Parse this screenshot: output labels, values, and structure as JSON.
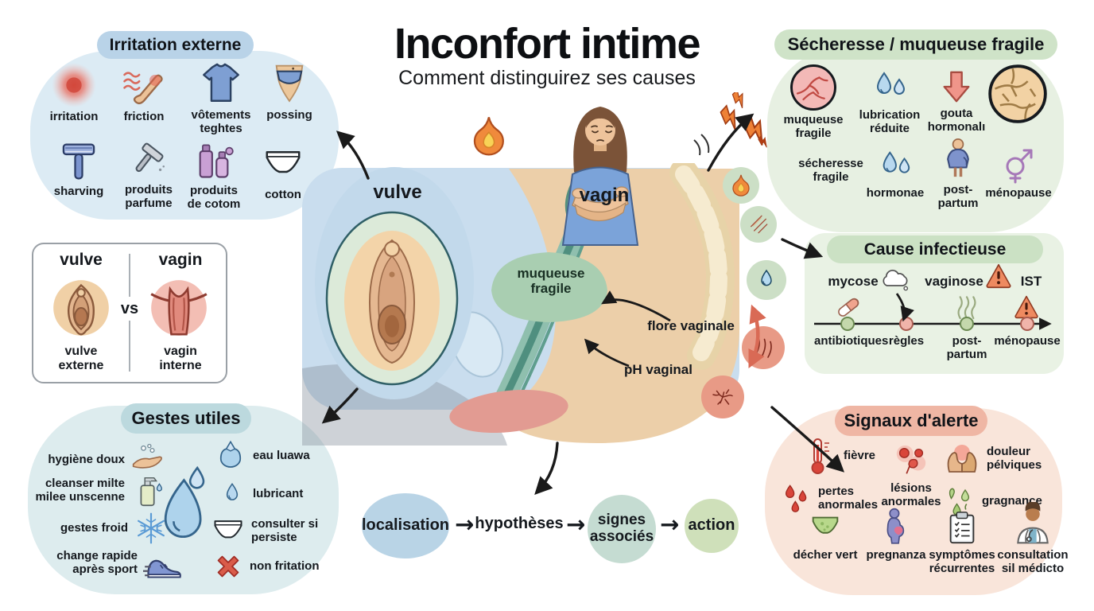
{
  "header": {
    "title": "Inconfort intime",
    "subtitle": "Comment distinguirez ses causes"
  },
  "central": {
    "vulve_label": "vulve",
    "vagin_label": "vagin",
    "muqueuse_label": "muqueuse\nfragile",
    "flore_label": "flore vaginale",
    "ph_label": "pH vaginal",
    "side_icons": [
      {
        "icon": "fire",
        "tone": "green"
      },
      {
        "icon": "scratches",
        "tone": "green"
      },
      {
        "icon": "drop-plain",
        "tone": "green"
      },
      {
        "icon": "scratches-red",
        "tone": "pink"
      },
      {
        "icon": "cracks",
        "tone": "pink"
      }
    ]
  },
  "comparison": {
    "left_title": "vulve",
    "right_title": "vagin",
    "vs": "vs",
    "left_icon": "vulva-circle",
    "right_icon": "vagina-circle",
    "left_caption": "vulve\nexterne",
    "right_caption": "vagin\ninterne"
  },
  "sections": {
    "irritation": {
      "title": "Irritation externe",
      "items": [
        {
          "label": "irritation",
          "icon": "red-glow"
        },
        {
          "label": "friction",
          "icon": "hand-friction"
        },
        {
          "label": "vôtements\nteghtes",
          "icon": "tshirt"
        },
        {
          "label": "possing",
          "icon": "body-underwear"
        },
        {
          "label": "sharving",
          "icon": "razor"
        },
        {
          "label": "produits\nparfume",
          "icon": "razor-tilted"
        },
        {
          "label": "produits\nde cotom",
          "icon": "bottles"
        },
        {
          "label": "cotton",
          "icon": "underwear-white"
        }
      ]
    },
    "secheresse": {
      "title": "Sécheresse / muqueuse fragile",
      "items": [
        {
          "label": "muqueuse\nfragile",
          "icon": "mucosa-circle"
        },
        {
          "label": "lubrication\nréduite",
          "icon": "drops2"
        },
        {
          "label": "gouta\nhormonalı",
          "icon": "arrow-down-red"
        },
        {
          "label": "",
          "icon": "cracked-circle"
        },
        {
          "label": "sécheresse\nfragile",
          "icon": ""
        },
        {
          "label": "hormonae",
          "icon": "drops2"
        },
        {
          "label": "post-\npartum",
          "icon": "pregnant-small"
        },
        {
          "label": "ménopause",
          "icon": "menopause-symbol"
        }
      ]
    },
    "cause": {
      "title": "Cause infectieuse",
      "row_items": [
        {
          "label": "mycose",
          "icon": "cloud"
        },
        {
          "label": "vaginose",
          "icon": "warning"
        },
        {
          "label": "IST",
          "icon": ""
        }
      ],
      "mid_icons": [
        {
          "icon": "pill"
        },
        {
          "icon": "steam"
        },
        {
          "icon": "warning"
        }
      ],
      "timeline_labels": [
        "antibiotiques",
        "règles",
        "post-\npartum",
        "ménopause"
      ]
    },
    "gestes": {
      "title": "Gestes utiles",
      "center_icon": "big-drops",
      "left_items": [
        {
          "label": "hygiène doux",
          "icon": "hand-bubbles"
        },
        {
          "label": "cleanser milte\nmilee unscenne",
          "icon": "pump-bottle"
        },
        {
          "label": "gestes froid",
          "icon": "snowflake"
        },
        {
          "label": "change rapide\naprès sport",
          "icon": "sneaker"
        }
      ],
      "right_items": [
        {
          "label": "eau luawa",
          "icon": "cup-drop"
        },
        {
          "label": "lubricant",
          "icon": "drop-small"
        },
        {
          "label": "consulter si\npersiste",
          "icon": "underwear-white"
        },
        {
          "label": "non fritation",
          "icon": "x-mark"
        }
      ]
    },
    "signaux": {
      "title": "Signaux d'alerte",
      "items": [
        {
          "label": "fièvre",
          "icon": "thermometer"
        },
        {
          "label": "lésions\nanormales",
          "icon": "lesions"
        },
        {
          "label": "douleur\npélviques",
          "icon": "hands-pain"
        },
        {
          "label": "pertes\nanormales",
          "icon": "drops-red"
        },
        {
          "label": "gragnance",
          "icon": "drops-green"
        },
        {
          "label": "décher vert",
          "icon": "underwear-green"
        },
        {
          "label": "pregnanza",
          "icon": "pregnant-purple"
        },
        {
          "label": "symptômes\nrécurrentes",
          "icon": "clipboard"
        },
        {
          "label": "consultation\nsil médicto",
          "icon": "doctor"
        }
      ]
    }
  },
  "flow": {
    "arrow_glyph": "→",
    "steps": [
      {
        "label": "localisation"
      },
      {
        "label": "hypothèses"
      },
      {
        "label": "signes\nassociés"
      },
      {
        "label": "action"
      }
    ]
  },
  "colors": {
    "irritation_bubble": "#dcebf4",
    "irritation_pill": "#b9d3e8",
    "secheresse_bubble": "#e7f0e2",
    "secheresse_pill": "#cfe3c8",
    "cause_box": "#e9f2e4",
    "cause_pill": "#cbe1c4",
    "gestes_bubble": "#ddecee",
    "gestes_pill": "#bcd9de",
    "signaux_bubble": "#f9e5da",
    "signaux_pill": "#efb6a4",
    "green_circle": "#ccdfc6",
    "pink_circle": "#e89a86",
    "flow_blue": "#b9d4e6",
    "flow_teal": "#c5dcd2",
    "flow_green": "#cfe0ba",
    "arrow_black": "#1a1a1a",
    "arrow_red": "#d96a55"
  }
}
